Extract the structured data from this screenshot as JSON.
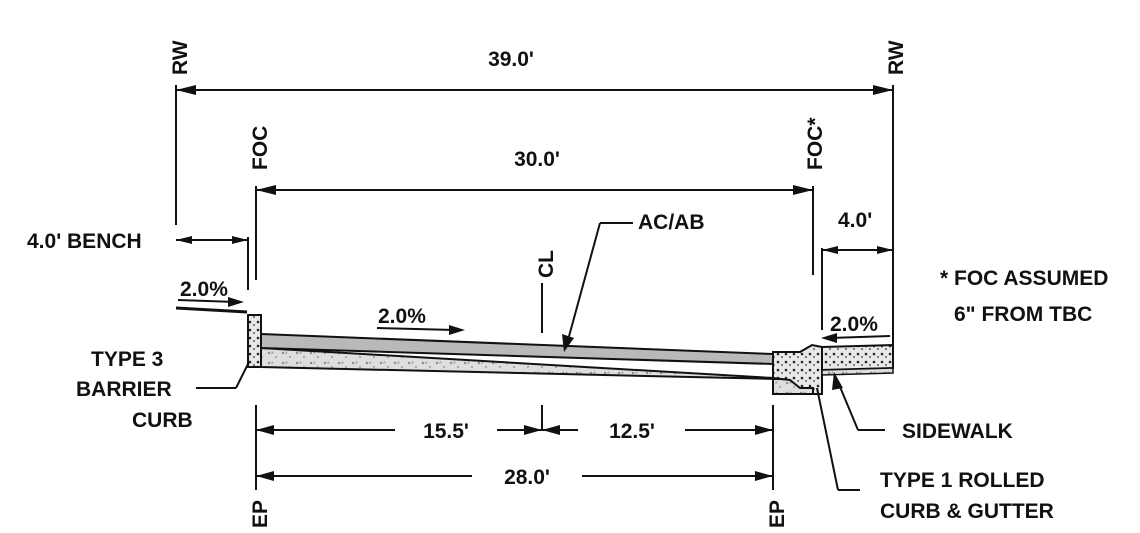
{
  "diagram": {
    "labels": {
      "rw_left": "RW",
      "rw_right": "RW",
      "width_39": "39.0'",
      "foc_left": "FOC",
      "foc_right": "FOC*",
      "width_30": "30.0'",
      "bench": "4.0' BENCH",
      "cl": "CL",
      "acab": "AC/AB",
      "width_4": "4.0'",
      "foc_note_1": "* FOC ASSUMED",
      "foc_note_2": "6\" FROM TBC",
      "slope_bench": "2.0%",
      "slope_road": "2.0%",
      "slope_walk": "2.0%",
      "type3_1": "TYPE 3",
      "type3_2": "BARRIER",
      "type3_3": "CURB",
      "dim_155": "15.5'",
      "dim_125": "12.5'",
      "sidewalk": "SIDEWALK",
      "dim_28": "28.0'",
      "ep_left": "EP",
      "ep_right": "EP",
      "type1_1": "TYPE 1 ROLLED",
      "type1_2": "CURB & GUTTER"
    },
    "colors": {
      "ink": "#111111",
      "pavement": "#b9b9b9",
      "base": "#d8d8d8",
      "concrete": "#e2e2e2"
    }
  }
}
